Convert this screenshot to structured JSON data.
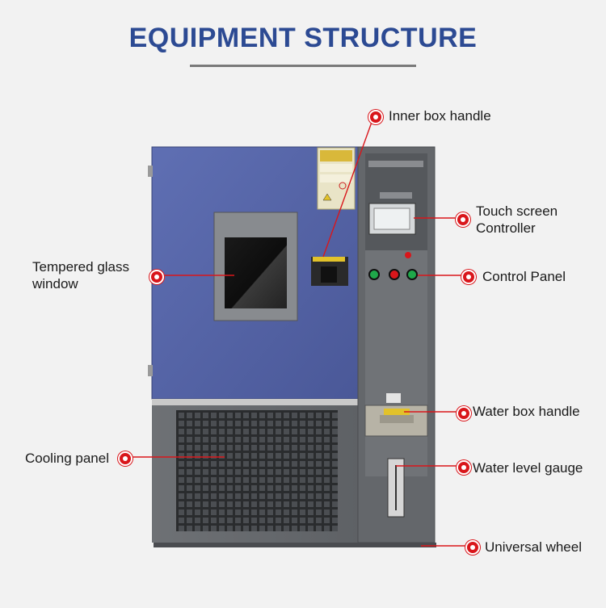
{
  "title": "EQUIPMENT STRUCTURE",
  "callouts": {
    "inner_box_handle": "Inner box handle",
    "touch_screen_line1": "Touch screen",
    "touch_screen_line2": "Controller",
    "tempered_glass_line1": "Tempered glass",
    "tempered_glass_line2": "window",
    "control_panel": "Control Panel",
    "water_box_handle": "Water box handle",
    "cooling_panel": "Cooling panel",
    "water_level_gauge": "Water level gauge",
    "universal_wheel": "Universal wheel"
  },
  "colors": {
    "title": "#2c4a93",
    "callout_dot": "#d9161b",
    "chamber_blue": "#5261a6",
    "cabinet_gray": "#6b6e72"
  }
}
